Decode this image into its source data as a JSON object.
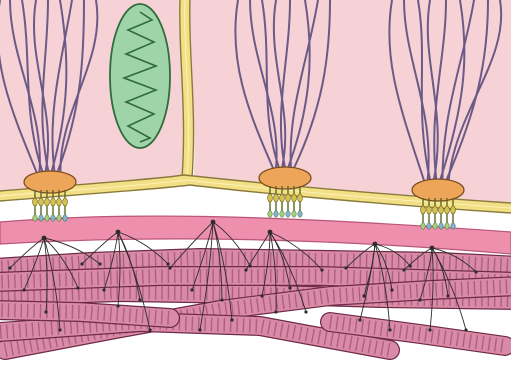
{
  "figure": {
    "colors": {
      "cytoplasm": "#f6d2d7",
      "membrane_yellow": "#f3df86",
      "membrane_edge": "#8a7a3a",
      "mitochondrion": "#9fd4a8",
      "mitochondrion_edge": "#2f6b3b",
      "filament": "#6c5a86",
      "plaque": "#eda55a",
      "plaque_edge": "#7a4a1c",
      "basal_lamina": "#ef8fae",
      "anchoring_fibril": "#2d2d2d",
      "collagen": "#d98aa6",
      "collagen_stripe": "#8b3d5c"
    },
    "structures": [
      "cell-membrane",
      "mitochondrion",
      "intermediate-filaments",
      "hemidesmosome",
      "basal-lamina",
      "anchoring-fibrils",
      "collagen-fibrils"
    ]
  }
}
